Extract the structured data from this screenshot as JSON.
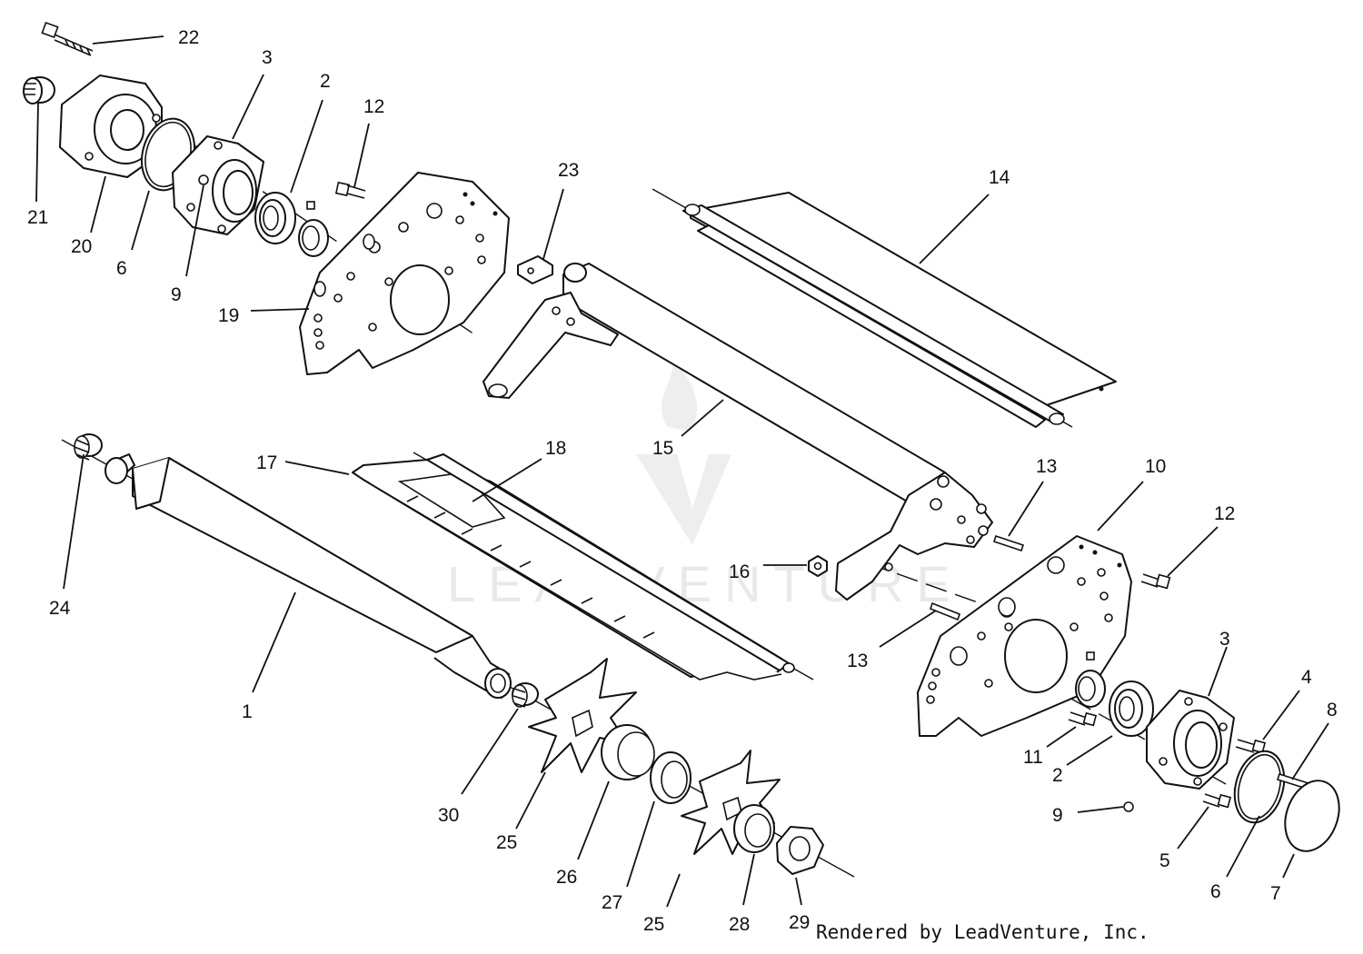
{
  "watermark": {
    "text": "LEADVENTURE"
  },
  "footer": {
    "text": "Rendered by LeadVenture, Inc."
  },
  "callouts": [
    {
      "label": "22"
    },
    {
      "label": "3"
    },
    {
      "label": "2"
    },
    {
      "label": "12"
    },
    {
      "label": "21"
    },
    {
      "label": "20"
    },
    {
      "label": "6"
    },
    {
      "label": "9"
    },
    {
      "label": "19"
    },
    {
      "label": "23"
    },
    {
      "label": "14"
    },
    {
      "label": "15"
    },
    {
      "label": "17"
    },
    {
      "label": "18"
    },
    {
      "label": "24"
    },
    {
      "label": "1"
    },
    {
      "label": "13"
    },
    {
      "label": "10"
    },
    {
      "label": "12"
    },
    {
      "label": "16"
    },
    {
      "label": "13"
    },
    {
      "label": "3"
    },
    {
      "label": "4"
    },
    {
      "label": "8"
    },
    {
      "label": "11"
    },
    {
      "label": "2"
    },
    {
      "label": "9"
    },
    {
      "label": "5"
    },
    {
      "label": "6"
    },
    {
      "label": "7"
    },
    {
      "label": "30"
    },
    {
      "label": "25"
    },
    {
      "label": "26"
    },
    {
      "label": "27"
    },
    {
      "label": "25"
    },
    {
      "label": "28"
    },
    {
      "label": "29"
    }
  ]
}
